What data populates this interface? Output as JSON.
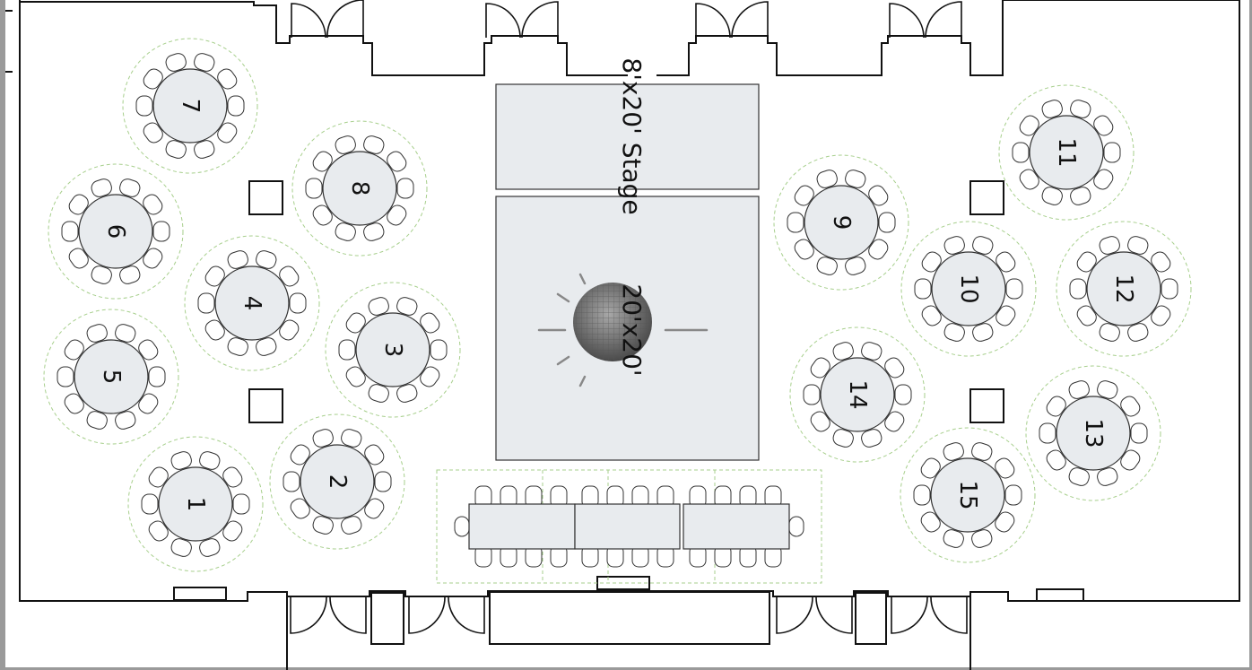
{
  "stage": {
    "label": "8'x20' Stage"
  },
  "dance_floor": {
    "label": "20'x20'",
    "icon": "disco-ball-icon"
  },
  "round_tables": [
    {
      "number": "1",
      "seats": 10
    },
    {
      "number": "2",
      "seats": 10
    },
    {
      "number": "3",
      "seats": 10
    },
    {
      "number": "4",
      "seats": 10
    },
    {
      "number": "5",
      "seats": 10
    },
    {
      "number": "6",
      "seats": 10
    },
    {
      "number": "7",
      "seats": 10
    },
    {
      "number": "8",
      "seats": 10
    },
    {
      "number": "9",
      "seats": 10
    },
    {
      "number": "10",
      "seats": 10
    },
    {
      "number": "11",
      "seats": 10
    },
    {
      "number": "12",
      "seats": 10
    },
    {
      "number": "13",
      "seats": 10
    },
    {
      "number": "14",
      "seats": 10
    },
    {
      "number": "15",
      "seats": 10
    }
  ],
  "head_table": {
    "segments": 3,
    "seats_per_side": 12
  },
  "colors": {
    "wall": "#111111",
    "table_fill": "#e8ebee",
    "table_stroke": "#333333",
    "chair_stroke": "#333333",
    "clearance_ring": "#a7cf8c",
    "stage_fill": "#e8ebee"
  }
}
